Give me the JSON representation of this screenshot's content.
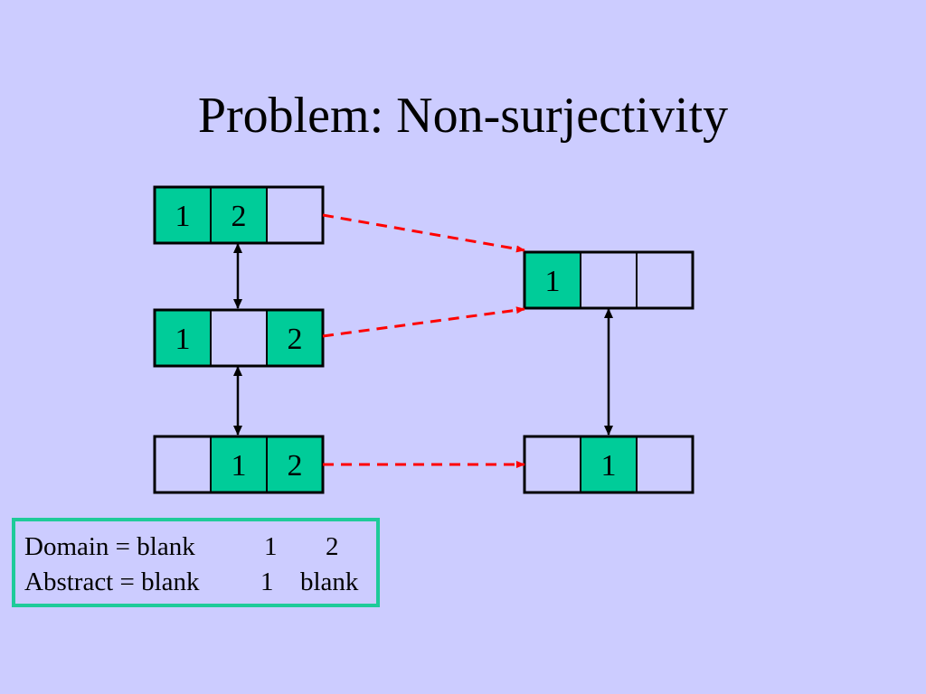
{
  "title": "Problem: Non-surjectivity",
  "colors": {
    "background": "#ccccff",
    "filled_cell": "#00cc99",
    "mapping_arrow": "#ff0000",
    "legend_border": "#1ecb99"
  },
  "domain_arrays": [
    {
      "cells": [
        "1",
        "2",
        ""
      ]
    },
    {
      "cells": [
        "1",
        "",
        "2"
      ]
    },
    {
      "cells": [
        "",
        "1",
        "2"
      ]
    }
  ],
  "abstract_arrays": [
    {
      "cells": [
        "1",
        "",
        ""
      ]
    },
    {
      "cells": [
        "",
        "1",
        ""
      ]
    }
  ],
  "mappings": [
    {
      "from": "domain-1",
      "to": "abstract-1"
    },
    {
      "from": "domain-2",
      "to": "abstract-1"
    },
    {
      "from": "domain-3",
      "to": "abstract-2"
    }
  ],
  "legend": {
    "domain": {
      "label": "Domain = blank",
      "v1": "1",
      "v2": "2"
    },
    "abstract": {
      "label": "Abstract = blank",
      "v1": "1",
      "v2": "blank"
    }
  }
}
